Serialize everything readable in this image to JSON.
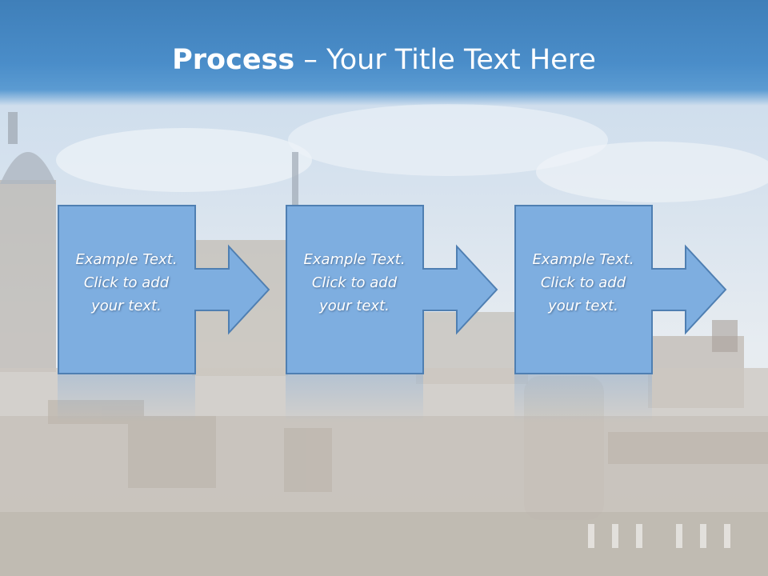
{
  "slide": {
    "title_bold": "Process",
    "title_rest": " – Your Title Text Here",
    "steps": [
      {
        "line1": "Example Text.",
        "line2": "Click  to add",
        "line3": "your text."
      },
      {
        "line1": "Example Text.",
        "line2": "Click  to add",
        "line3": "your text."
      },
      {
        "line1": "Example Text.",
        "line2": "Click  to add",
        "line3": "your text."
      }
    ]
  },
  "colors": {
    "title_bar": "#4a8dc9",
    "shape_fill": "#7eaee0",
    "shape_stroke": "#4f7fb2",
    "text": "#ffffff"
  }
}
